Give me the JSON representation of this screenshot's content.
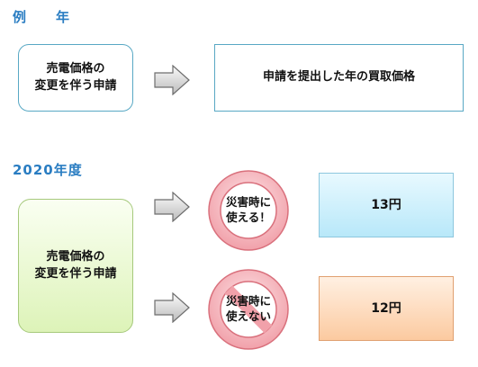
{
  "example": {
    "heading": "例　　年",
    "left_box": [
      "売電価格の",
      "変更を伴う申請"
    ],
    "right_box": "申請を提出した年の買取価格"
  },
  "year2020": {
    "heading": "2020年度",
    "left_box": [
      "売電価格の",
      "変更を伴う申請"
    ],
    "disaster_ok": [
      "災害時に",
      "使える！"
    ],
    "disaster_ng": [
      "災害時に",
      "使えない"
    ],
    "price_ok": "13円",
    "price_ng": "12円"
  },
  "colors": {
    "heading": "#2a7dc2",
    "box_border": "#58a8c4",
    "prohibit_red": "#e8838e",
    "price_ok_bg": "#b8e8f9",
    "price_ng_bg": "#fccaa0",
    "green_bg": "#ddf3b8"
  },
  "icons": [
    "arrow-right-icon",
    "prohibition-icon"
  ]
}
